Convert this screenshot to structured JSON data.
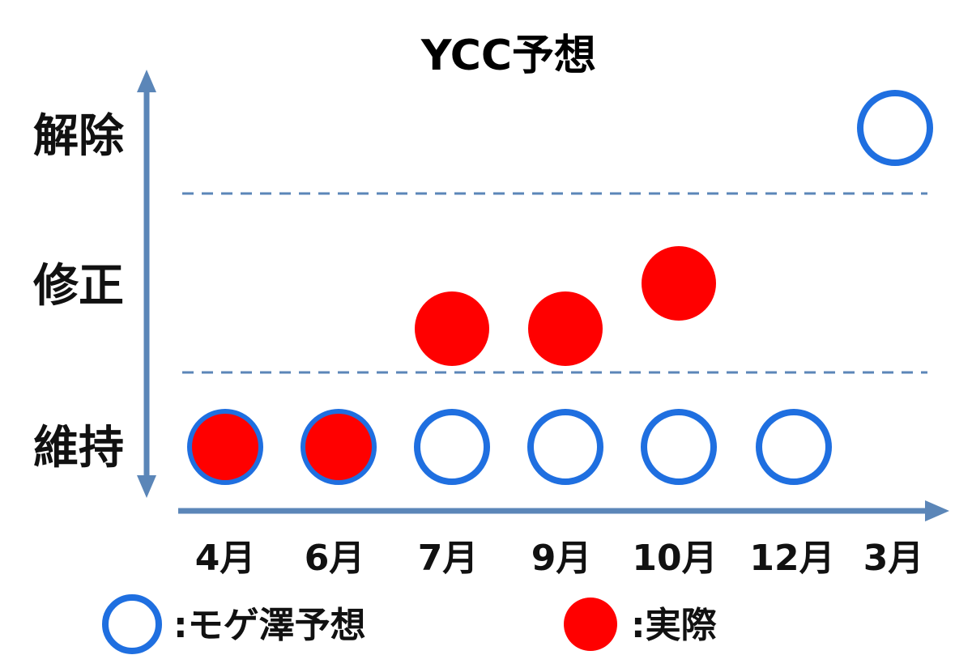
{
  "chart_data": {
    "type": "scatter",
    "title": "YCC予想",
    "y_categories": [
      "維持",
      "修正",
      "解除"
    ],
    "x_categories": [
      "4月",
      "6月",
      "7月",
      "9月",
      "10月",
      "12月",
      "3月"
    ],
    "series": [
      {
        "name": "モゲ澤予想",
        "marker": "hollow-circle",
        "points": [
          {
            "x": "4月",
            "y": "維持"
          },
          {
            "x": "6月",
            "y": "維持"
          },
          {
            "x": "7月",
            "y": "維持"
          },
          {
            "x": "9月",
            "y": "維持"
          },
          {
            "x": "10月",
            "y": "維持"
          },
          {
            "x": "12月",
            "y": "維持"
          },
          {
            "x": "3月",
            "y": "解除"
          }
        ]
      },
      {
        "name": "実際",
        "marker": "filled-circle",
        "points": [
          {
            "x": "4月",
            "y": "維持"
          },
          {
            "x": "6月",
            "y": "維持"
          },
          {
            "x": "7月",
            "y": "修正",
            "level": "lower"
          },
          {
            "x": "9月",
            "y": "修正",
            "level": "lower"
          },
          {
            "x": "10月",
            "y": "修正",
            "level": "upper"
          }
        ]
      }
    ],
    "legend": [
      {
        "marker": "hollow-circle",
        "label": ":モゲ澤予想"
      },
      {
        "marker": "filled-circle",
        "label": ":実際"
      }
    ],
    "grid": "dashed band separators",
    "legend_position": "bottom"
  },
  "colors": {
    "axis": "#5b86b8",
    "forecast": "#1f6fe0",
    "actual": "#ff0000",
    "text": "#111111"
  }
}
